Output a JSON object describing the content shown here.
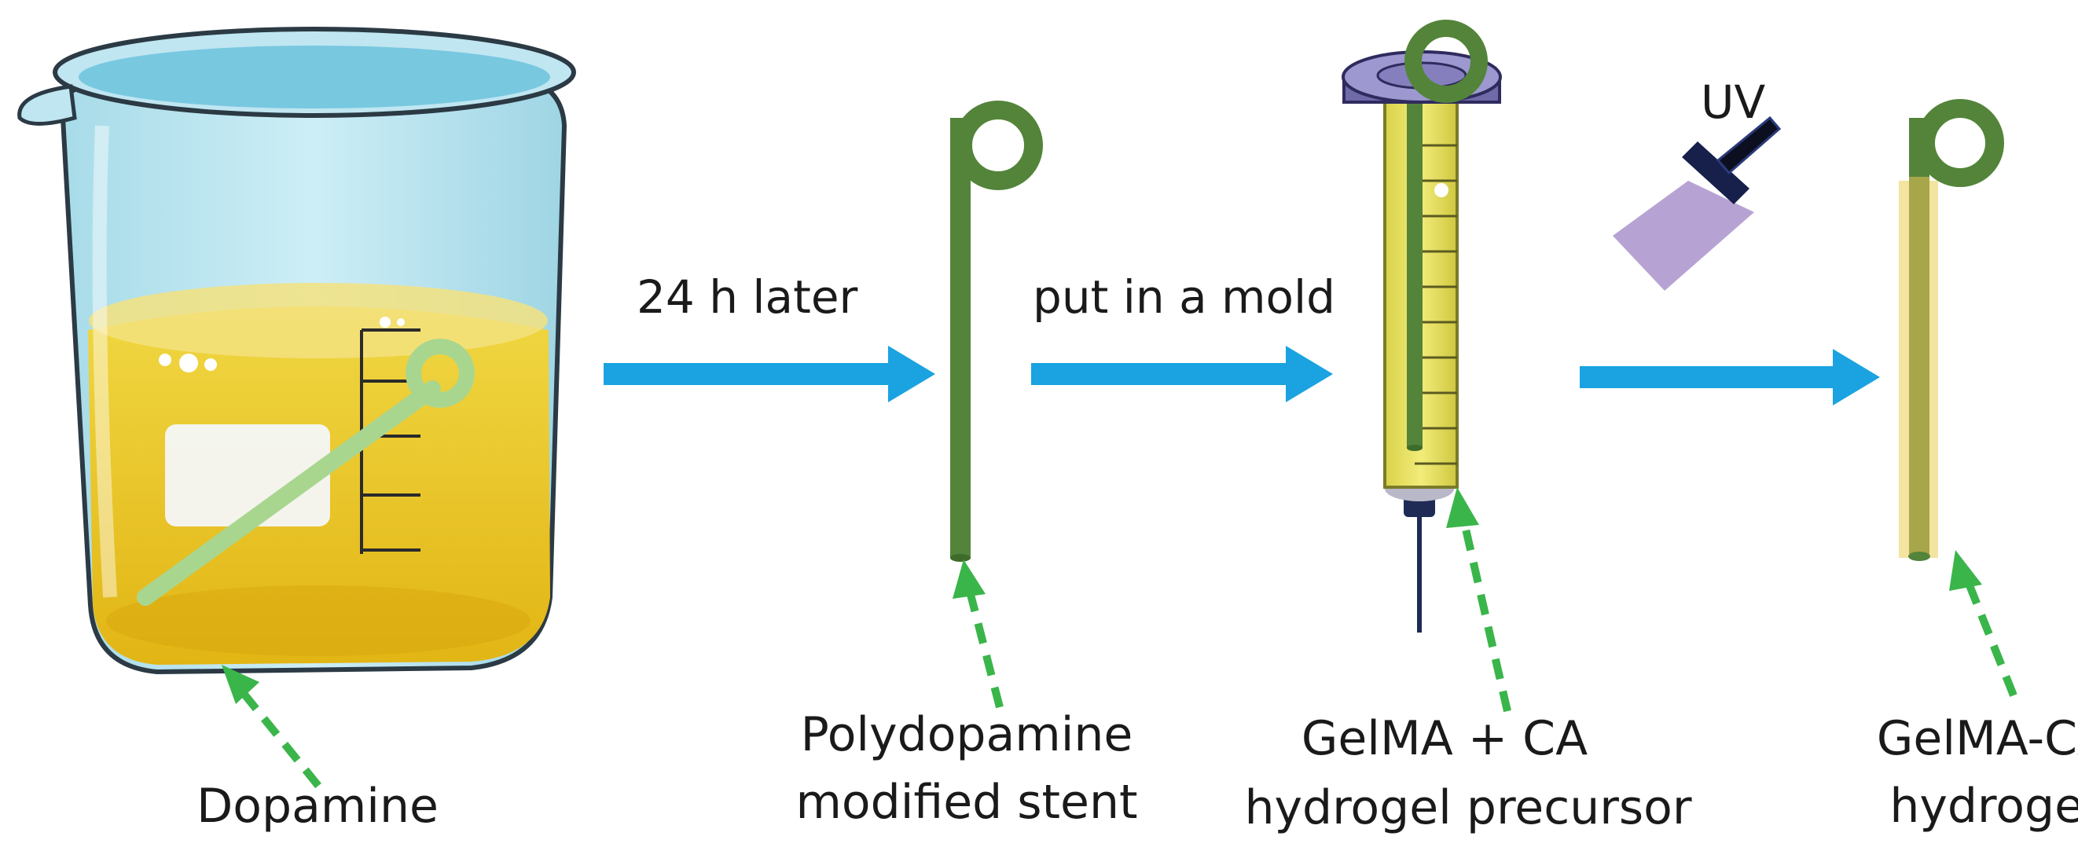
{
  "steps": {
    "beaker_label": "Dopamine",
    "stent_label_line1": "Polydopamine",
    "stent_label_line2": "modified stent",
    "mold_label_line1": "GelMA + CA",
    "mold_label_line2": "hydrogel precursor",
    "hydrogel_label_line1": "GelMA-CA",
    "hydrogel_label_line2": "hydrogel"
  },
  "arrows": {
    "arrow1_caption": "24 h later",
    "arrow2_caption": "put in a mold",
    "arrow3_caption": ""
  },
  "uv_label": "UV",
  "colors": {
    "process_arrow": "#1aa3e0",
    "pointer_arrow": "#3ab54a",
    "stent_green": "#53843a",
    "dopamine_liquid": "#e8c21e",
    "precursor_yellow": "#efe870",
    "hydrogel_sleeve": "#f3e4a2",
    "uv_light": "#b7a3d3"
  },
  "icons": {
    "beaker": "beaker-icon",
    "stent": "stent-icon",
    "syringe": "syringe-mold-icon",
    "uv_lamp": "uv-lamp-icon",
    "hydrogel": "hydrogel-stent-icon"
  }
}
